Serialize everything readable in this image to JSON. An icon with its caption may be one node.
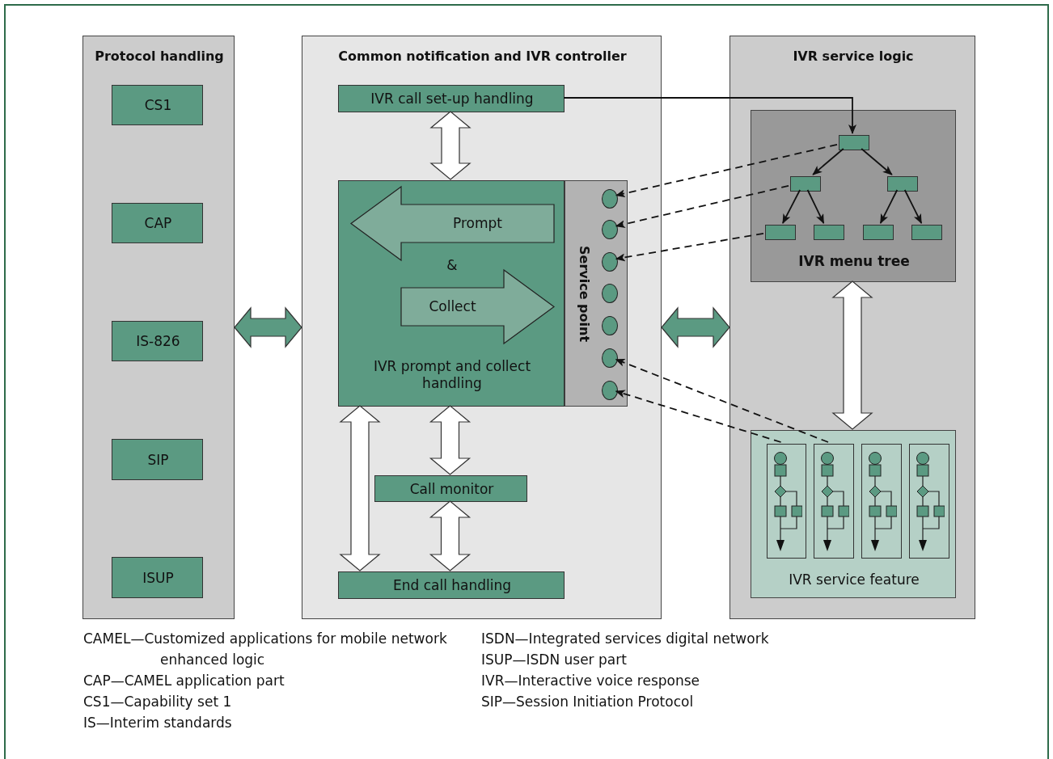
{
  "diagram": {
    "nodes": [
      {
        "text": [
          "Protocol handling"
        ]
      },
      {
        "text": [
          "CS1"
        ],
        "in": 0
      },
      {
        "text": [
          "CAP"
        ],
        "in": 0
      },
      {
        "text": [
          "IS-826"
        ],
        "in": 0
      },
      {
        "text": [
          "SIP"
        ],
        "in": 0
      },
      {
        "text": [
          "ISUP"
        ],
        "in": 0
      },
      {
        "text": [
          "Common notification and IVR controller"
        ]
      },
      {
        "text": [
          "IVR call set-up handling"
        ],
        "in": 6
      },
      {
        "text": [
          "&",
          "IVR prompt and collect handling"
        ],
        "in": 6
      },
      {
        "text": [
          "Prompt"
        ],
        "in": 8
      },
      {
        "text": [
          "Collect"
        ],
        "in": 8
      },
      {
        "text": [
          "Service point"
        ],
        "in": 6
      },
      {
        "text": [],
        "shape": "circle",
        "in": 11
      },
      {
        "text": [],
        "shape": "circle",
        "in": 11
      },
      {
        "text": [],
        "shape": "circle",
        "in": 11
      },
      {
        "text": [],
        "shape": "circle",
        "in": 11
      },
      {
        "text": [],
        "shape": "circle",
        "in": 11
      },
      {
        "text": [],
        "shape": "circle",
        "in": 11
      },
      {
        "text": [],
        "shape": "circle",
        "in": 11
      },
      {
        "text": [
          "Call monitor"
        ],
        "in": 6
      },
      {
        "text": [
          "End call handling"
        ],
        "in": 6
      },
      {
        "text": [
          "IVR service logic"
        ]
      },
      {
        "text": [
          "IVR menu tree"
        ],
        "in": 21
      },
      {
        "text": [],
        "shape": "box",
        "in": 22
      },
      {
        "text": [],
        "shape": "box",
        "in": 22
      },
      {
        "text": [],
        "shape": "box",
        "in": 22
      },
      {
        "text": [],
        "shape": "box",
        "in": 22
      },
      {
        "text": [],
        "shape": "box",
        "in": 22
      },
      {
        "text": [],
        "shape": "box",
        "in": 22
      },
      {
        "text": [],
        "shape": "box",
        "in": 22
      },
      {
        "text": [
          "IVR service feature"
        ],
        "in": 21
      },
      {
        "text": [],
        "shape": "box",
        "in": 30
      },
      {
        "text": [],
        "shape": "box",
        "in": 30
      },
      {
        "text": [],
        "shape": "box",
        "in": 30
      },
      {
        "text": [],
        "shape": "box",
        "in": 30
      }
    ],
    "edges": [
      {
        "from": 0,
        "to": 6,
        "arrow": "both",
        "style": "thick",
        "color": "#5b9a82"
      },
      {
        "from": 6,
        "to": 21,
        "arrow": "both",
        "style": "thick",
        "color": "#5b9a82"
      },
      {
        "from": 7,
        "to": 8,
        "arrow": "both",
        "style": "thick"
      },
      {
        "from": 8,
        "to": 19,
        "arrow": "both",
        "style": "thick"
      },
      {
        "from": 19,
        "to": 20,
        "arrow": "both",
        "style": "thick"
      },
      {
        "from": 8,
        "to": 20,
        "arrow": "both",
        "style": "thick"
      },
      {
        "from": 22,
        "to": 30,
        "arrow": "both",
        "style": "thick"
      },
      {
        "from": 7,
        "to": 23,
        "arrow": "to"
      },
      {
        "from": 23,
        "to": 24,
        "arrow": "to"
      },
      {
        "from": 23,
        "to": 25,
        "arrow": "to"
      },
      {
        "from": 24,
        "to": 26,
        "arrow": "to"
      },
      {
        "from": 24,
        "to": 27,
        "arrow": "to"
      },
      {
        "from": 25,
        "to": 28,
        "arrow": "to"
      },
      {
        "from": 25,
        "to": 29,
        "arrow": "to"
      },
      {
        "from": 23,
        "to": 12,
        "arrow": "to",
        "style": "dashed"
      },
      {
        "from": 24,
        "to": 13,
        "arrow": "to",
        "style": "dashed"
      },
      {
        "from": 26,
        "to": 14,
        "arrow": "to",
        "style": "dashed"
      },
      {
        "from": 32,
        "to": 17,
        "arrow": "to",
        "style": "dashed"
      },
      {
        "from": 31,
        "to": 18,
        "arrow": "to",
        "style": "dashed"
      }
    ],
    "labels": [
      "CAMEL—Customized applications for mobile network enhanced logic",
      "CAP—CAMEL application part",
      "CS1—Capability set 1",
      "IS—Interim standards",
      "ISDN—Integrated services digital network",
      "ISUP—ISDN user part",
      "IVR—Interactive voice response",
      "SIP—Session Initiation Protocol"
    ]
  }
}
